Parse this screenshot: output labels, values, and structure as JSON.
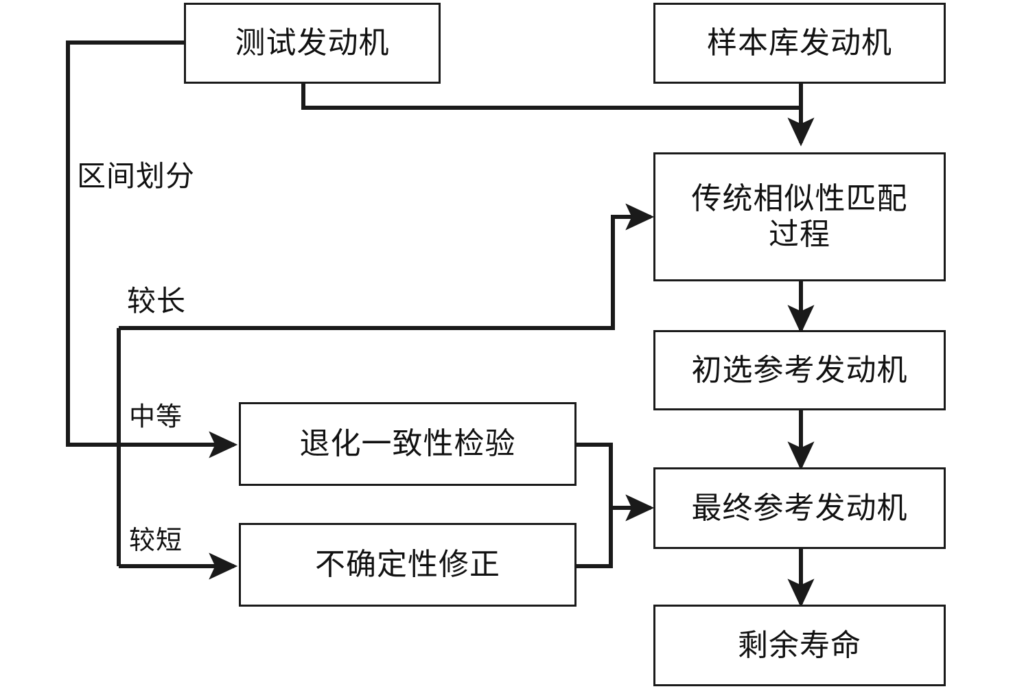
{
  "diagram": {
    "title": "发动机剩余寿命预测流程图",
    "type": "flowchart",
    "line_color": "#1a1a1a",
    "text_color": "#111111",
    "background": "#ffffff"
  },
  "nodes": {
    "test_engine": {
      "label": "测试发动机"
    },
    "sample_library_engine": {
      "label": "样本库发动机"
    },
    "similarity_matching": {
      "label": "传统相似性匹配\n过程"
    },
    "preliminary_reference_engine": {
      "label": "初选参考发动机"
    },
    "final_reference_engine": {
      "label": "最终参考发动机"
    },
    "remaining_life": {
      "label": "剩余寿命"
    },
    "degradation_consistency_test": {
      "label": "退化一致性检验"
    },
    "uncertainty_correction": {
      "label": "不确定性修正"
    }
  },
  "edge_labels": {
    "interval_division": "区间划分",
    "longer": "较长",
    "medium": "中等",
    "shorter": "较短"
  }
}
